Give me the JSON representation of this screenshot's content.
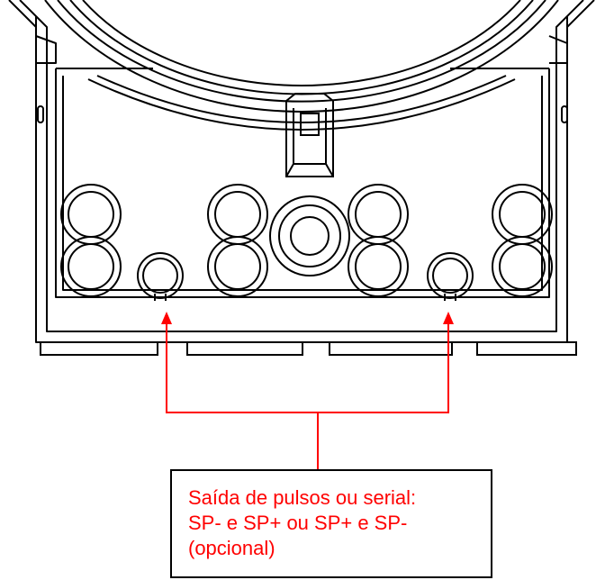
{
  "callout": {
    "lines": [
      "Saída de pulsos ou serial:",
      "SP- e SP+ ou SP+ e SP-",
      "(opcional)"
    ],
    "text_color": "#ff0000"
  },
  "colors": {
    "drawing": "#000000",
    "arrow": "#ff0000",
    "background": "#ffffff"
  }
}
